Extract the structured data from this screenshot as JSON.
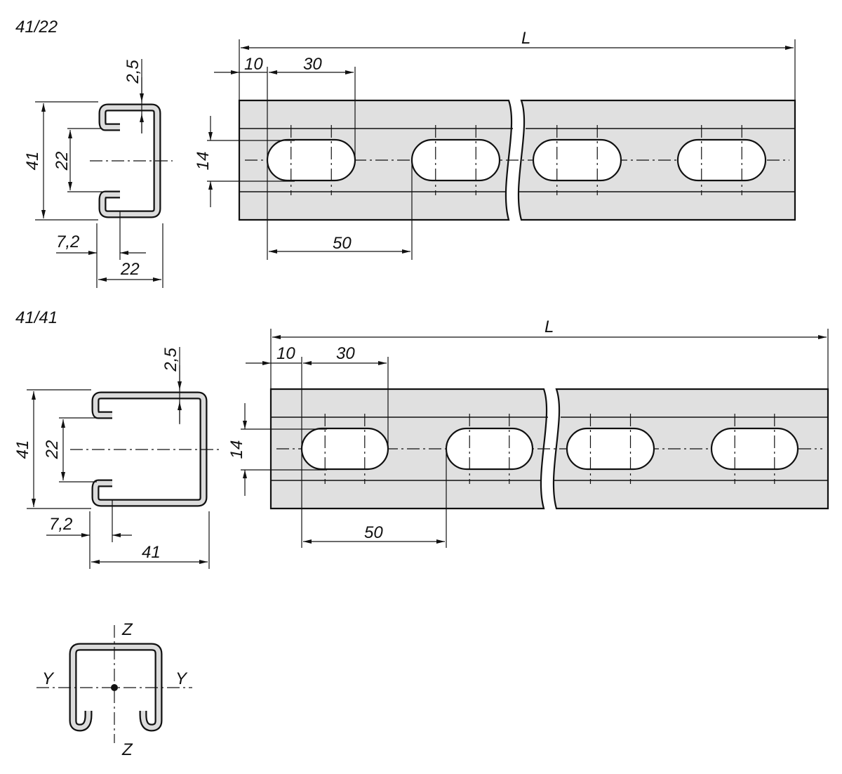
{
  "views": {
    "top": {
      "title": "41/22",
      "section": {
        "height": "41",
        "opening": "22",
        "thickness": "2,5",
        "lip": "7,2",
        "width": "22"
      },
      "strip": {
        "length": "L",
        "first_offset": "10",
        "slot_length": "30",
        "slot_width": "14",
        "pitch": "50"
      }
    },
    "bottom": {
      "title": "41/41",
      "section": {
        "height": "41",
        "opening": "22",
        "thickness": "2,5",
        "lip": "7,2",
        "width": "41"
      },
      "strip": {
        "length": "L",
        "first_offset": "10",
        "slot_length": "30",
        "slot_width": "14",
        "pitch": "50"
      }
    },
    "axes": {
      "y_left": "Y",
      "y_right": "Y",
      "z_top": "Z",
      "z_bottom": "Z"
    }
  }
}
